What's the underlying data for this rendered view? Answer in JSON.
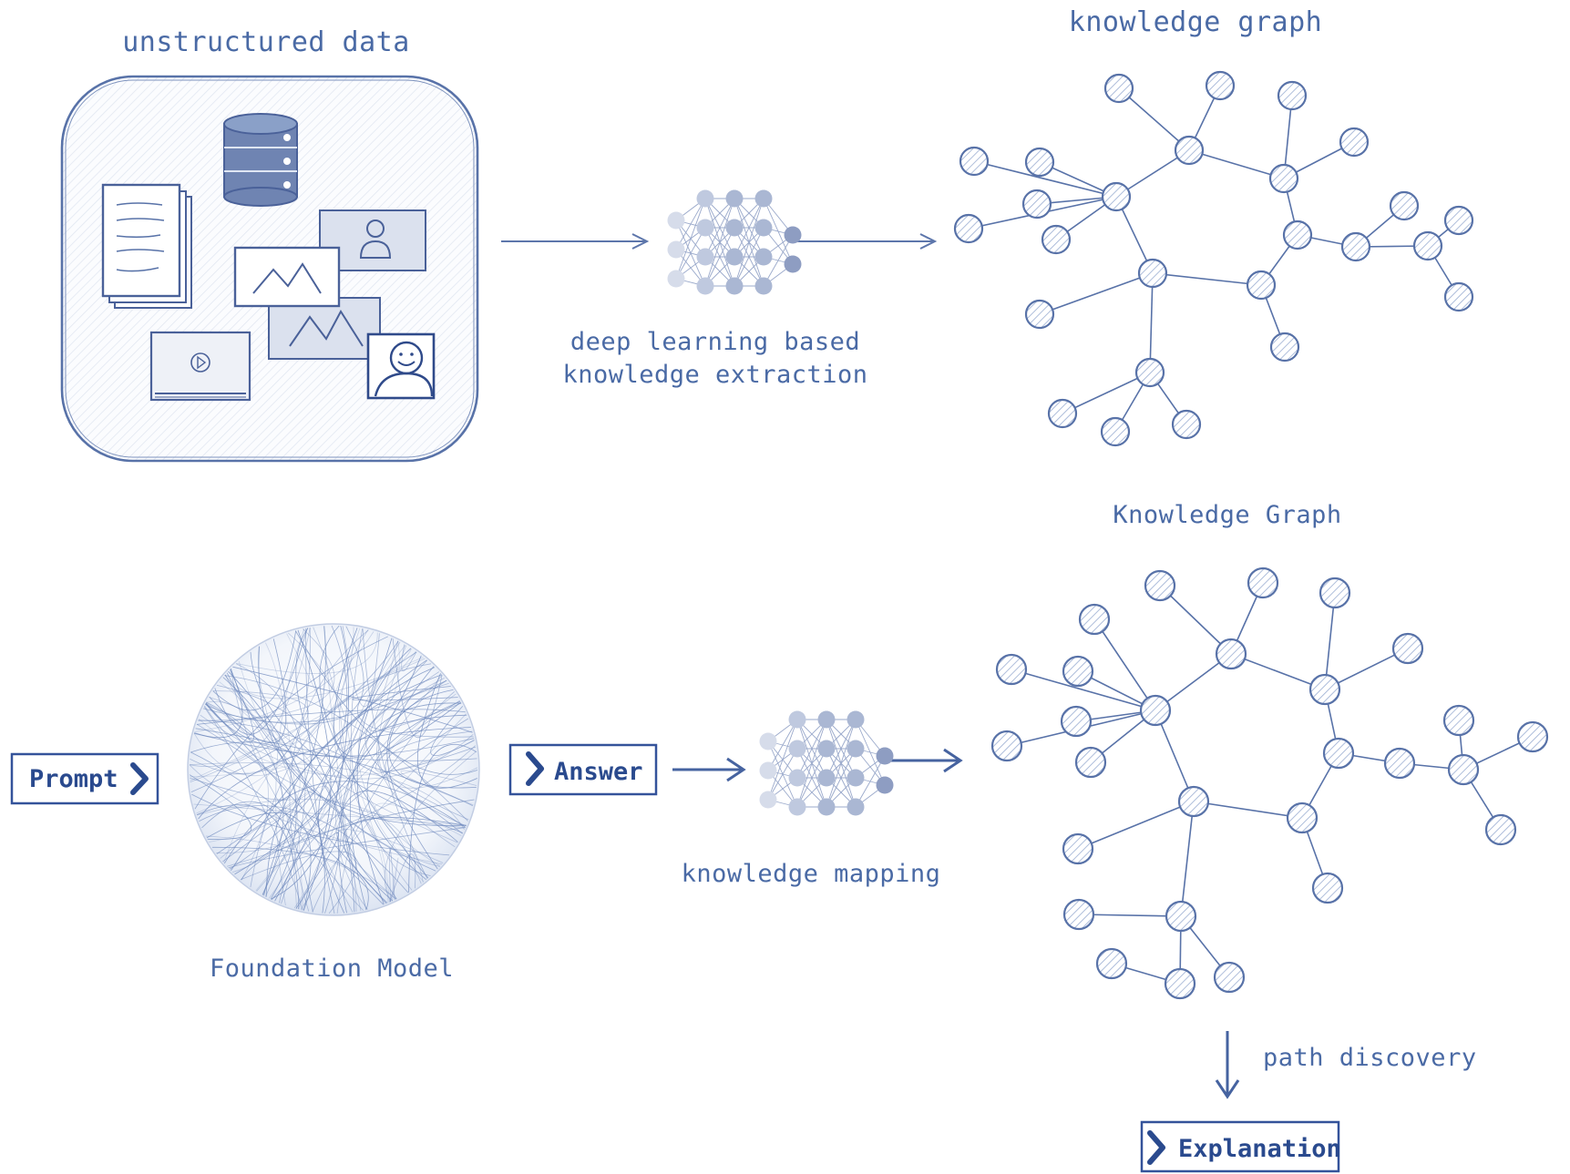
{
  "top_section": {
    "source_label": "unstructured data",
    "process_label_line1": "deep learning based",
    "process_label_line2": "knowledge extraction",
    "graph_label": "knowledge graph"
  },
  "bottom_section": {
    "prompt_label": "Prompt",
    "model_label": "Foundation Model",
    "answer_label": "Answer",
    "mapping_label": "knowledge mapping",
    "graph_label": "Knowledge Graph",
    "path_label": "path discovery",
    "explanation_label": "Explanation"
  },
  "colors": {
    "ink": "#4a6aa5",
    "button_ink": "#2a4a8e",
    "panel_fill": "#eef1f7"
  },
  "icons": [
    "database-icon",
    "document-icon",
    "image-icon",
    "person-icon",
    "video-icon",
    "smiley-icon",
    "neural-network-icon",
    "sphere-icon",
    "chevron-right-icon",
    "arrow-right-icon",
    "arrow-down-icon"
  ]
}
